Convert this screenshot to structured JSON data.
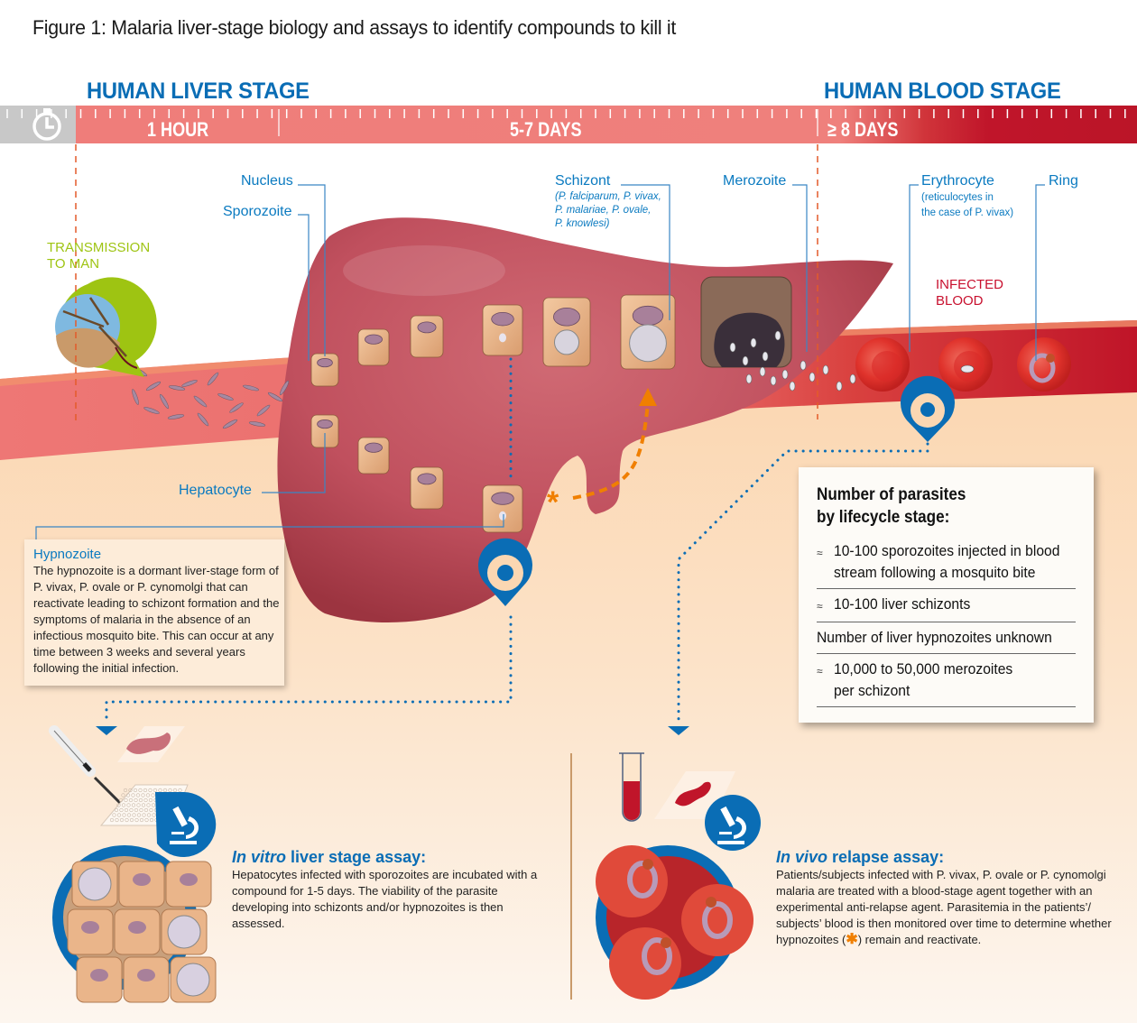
{
  "figure": {
    "title": "Figure 1: Malaria liver-stage biology and assays to identify compounds to kill it"
  },
  "stages": {
    "liver": "HUMAN LIVER STAGE",
    "blood": "HUMAN BLOOD STAGE"
  },
  "timeline": {
    "icon": "clock-icon",
    "markers": [
      "1 HOUR",
      "5-7 DAYS",
      "≥ 8 DAYS"
    ],
    "colors": {
      "pre": "#c8c8c8",
      "liver": "#ef7d7a",
      "blood": "#c0152a"
    }
  },
  "labels": {
    "transmission": [
      "TRANSMISSION",
      "TO MAN"
    ],
    "nucleus": "Nucleus",
    "sporozoite": "Sporozoite",
    "hepatocyte": "Hepatocyte",
    "schizont": "Schizont",
    "schizont_species": [
      "(P. falciparum, P. vivax,",
      "P. malariae, P. ovale,",
      "P. knowlesi)"
    ],
    "merozoite": "Merozoite",
    "erythrocyte": "Erythrocyte",
    "erythrocyte_note": [
      "(reticulocytes in",
      "the case of P. vivax)"
    ],
    "ring": "Ring",
    "infected_blood": [
      "INFECTED",
      "BLOOD"
    ]
  },
  "hypnozoite_box": {
    "title": "Hypnozoite",
    "text": "The hypnozoite is a dormant liver-stage form of P. vivax, P. ovale or P. cynomolgi that can reactivate leading to schizont formation and the symptoms of malaria in the absence of an infectious mosquito bite. This can occur at any time between 3 weeks and several years following the initial infection."
  },
  "parasite_counts": {
    "title_lines": [
      "Number of parasites",
      "by lifecycle stage:"
    ],
    "rows": [
      {
        "approx": true,
        "lines": [
          "10-100 sporozoites injected in blood",
          "stream following a mosquito bite"
        ]
      },
      {
        "approx": true,
        "lines": [
          "10-100 liver schizonts"
        ]
      },
      {
        "approx": false,
        "lines": [
          "Number of liver hypnozoites unknown"
        ]
      },
      {
        "approx": true,
        "lines": [
          "10,000 to 50,000 merozoites",
          "per schizont"
        ]
      }
    ]
  },
  "assays": {
    "in_vitro": {
      "title_italic": "In vitro",
      "title_rest": " liver stage assay:",
      "text": "Hepatocytes infected with sporozoites are incubated with a compound for 1-5 days. The viability of the parasite developing into schizonts and/or hypnozoites is then assessed."
    },
    "in_vivo": {
      "title_italic": "In vivo",
      "title_rest": " relapse assay:",
      "text_before": "Patients/subjects infected with P. vivax, P. ovale or P. cynomolgi malaria are treated with a blood-stage agent together with an experimental anti-relapse agent. Parasitemia in the patients’/ subjects’ blood is then monitored over time to determine whether hypnozoites (",
      "text_after": ") remain and reactivate."
    }
  },
  "colors": {
    "accent_blue": "#0a6db5",
    "label_blue": "#0a7ac0",
    "transmission_green": "#9ec412",
    "infected_red": "#c8102e",
    "hypnozoite_orange": "#f07f00",
    "liver": "#c2505f"
  }
}
